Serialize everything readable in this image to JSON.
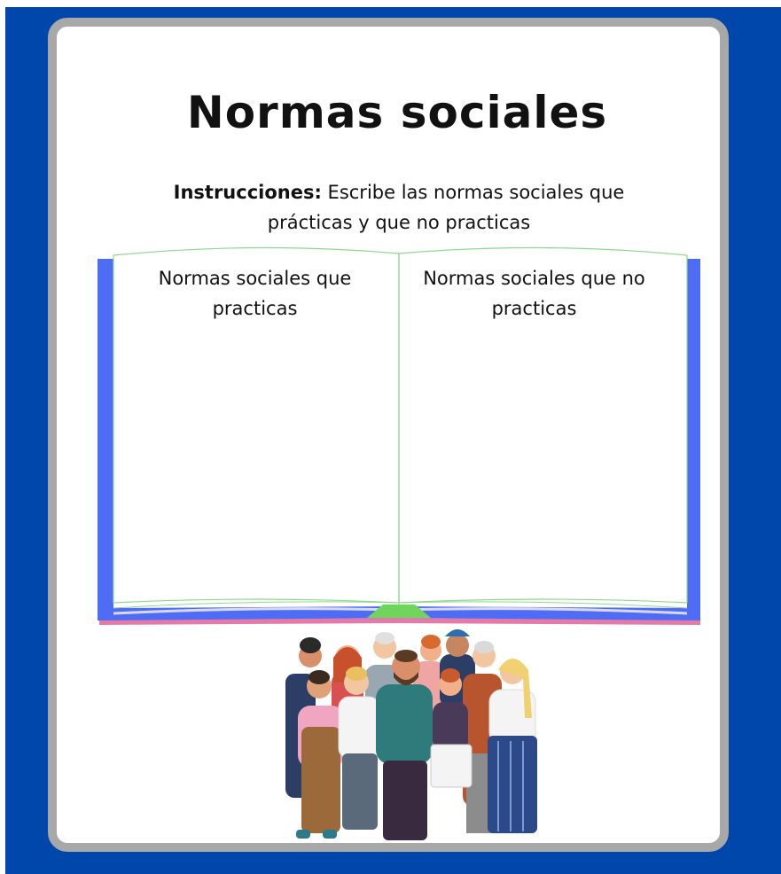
{
  "worksheet": {
    "title": "Normas sociales",
    "instructions_label": "Instrucciones:",
    "instructions_text": " Escribe las normas sociales que prácticas y que no practicas"
  },
  "book": {
    "left_heading": "Normas sociales que practicas",
    "right_heading": "Normas sociales que no practicas"
  },
  "colors": {
    "frame_blue": "#0047AB",
    "card_border": "#a8a8a8",
    "book_cover": "#4f6cf5",
    "book_ribbon": "#e57aa8",
    "book_bookmark": "#6ed65a",
    "page_lines": "#8fd88f"
  },
  "illustration": {
    "icon": "diverse-people-group-icon"
  }
}
